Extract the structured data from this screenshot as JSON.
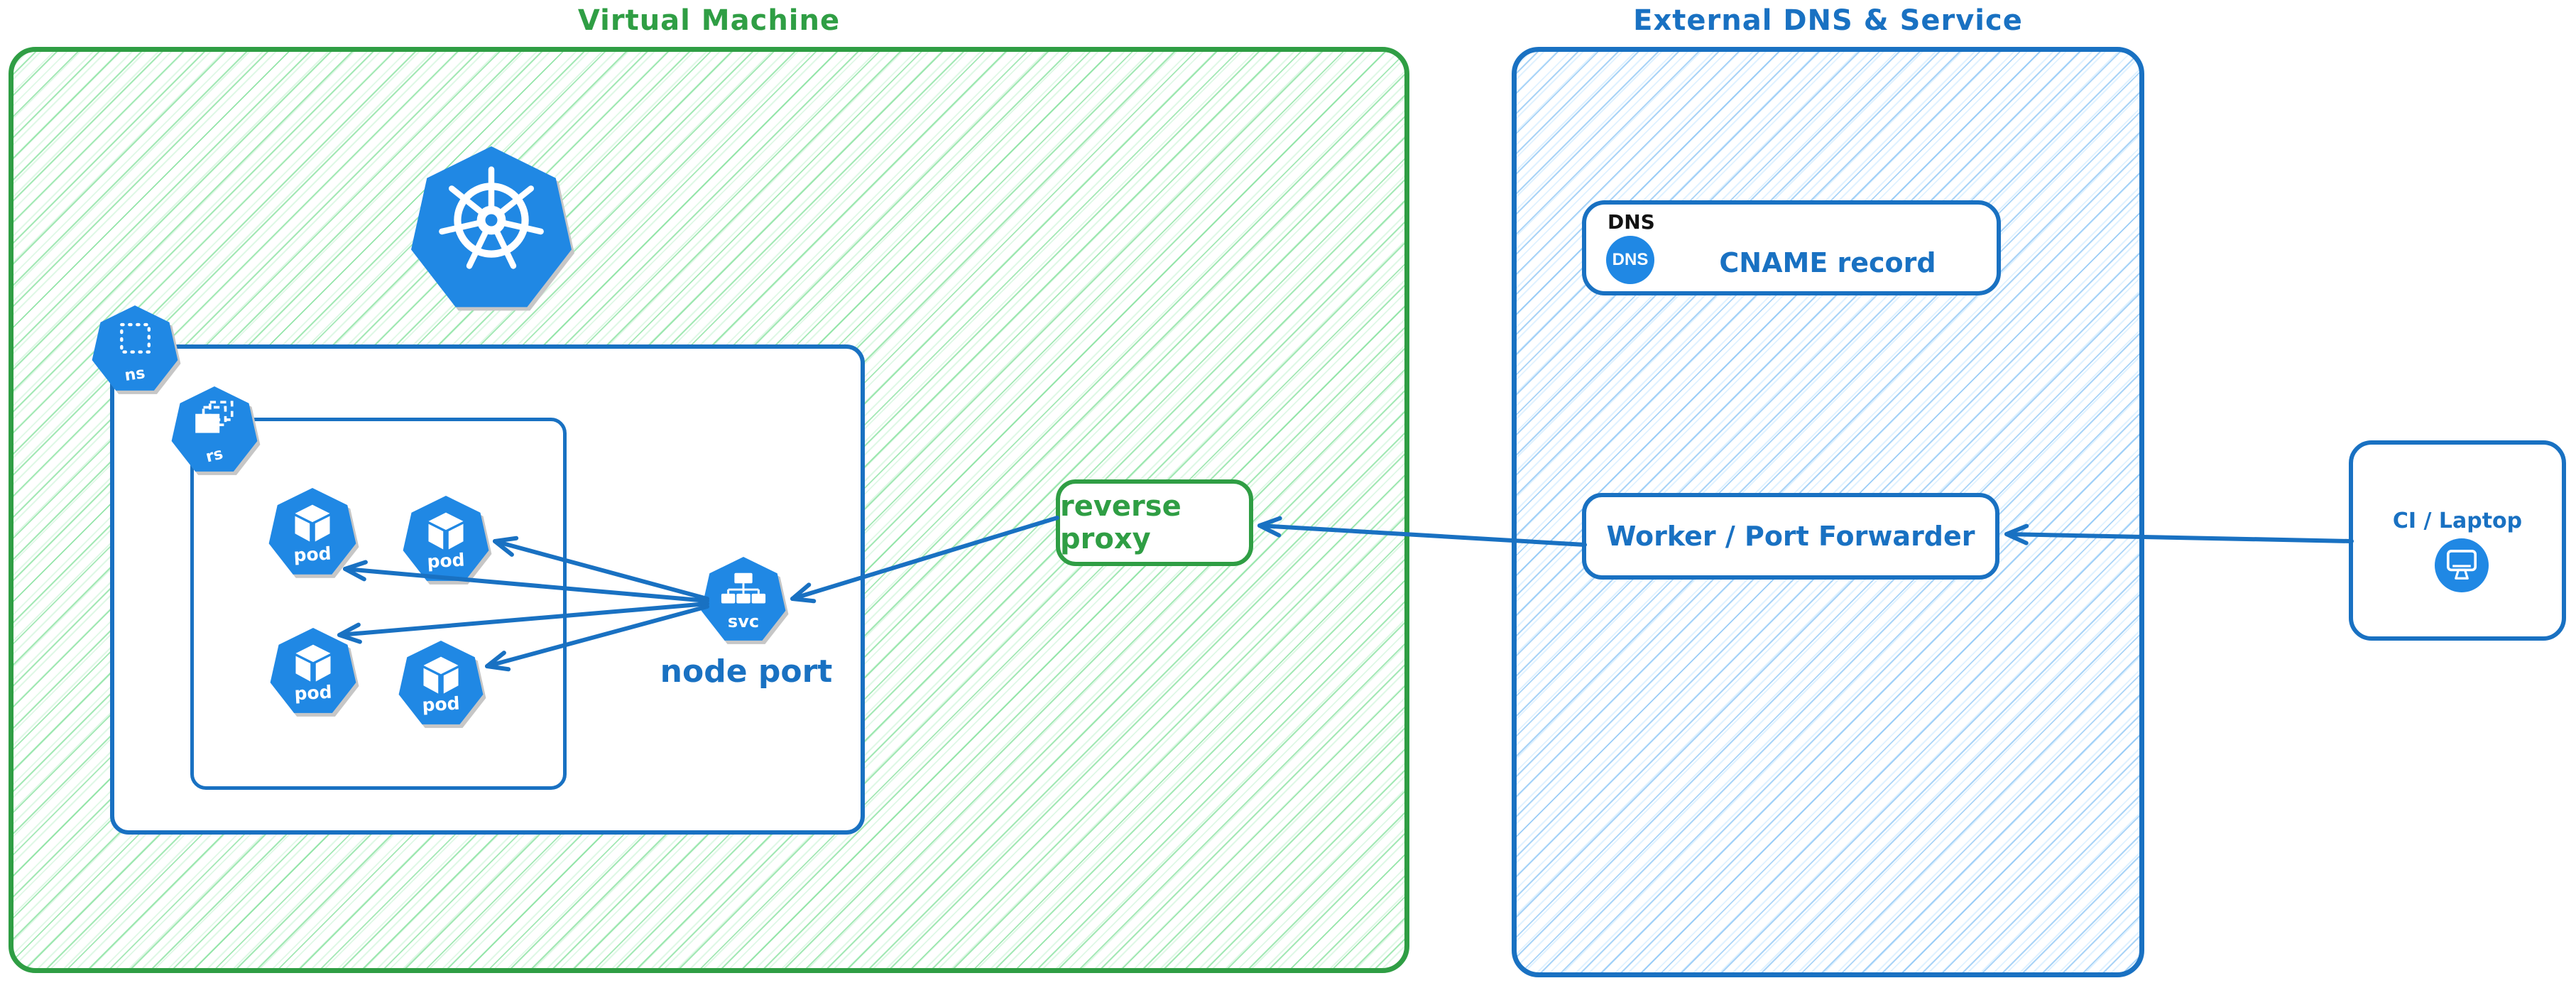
{
  "vm": {
    "title": "Virtual Machine",
    "badges": {
      "ns": "ns",
      "rs": "rs",
      "svc": "svc"
    },
    "pods": [
      "pod",
      "pod",
      "pod",
      "pod"
    ],
    "node_port_label": "node port",
    "reverse_proxy_label": "reverse proxy"
  },
  "external": {
    "title": "External DNS & Service",
    "dns_header": "DNS",
    "dns_badge": "DNS",
    "cname_label": "CNAME record",
    "worker_label": "Worker / Port Forwarder"
  },
  "client": {
    "ci_label": "CI / Laptop"
  },
  "icons": {
    "kubernetes-logo-icon": "kubernetes helm wheel in blue heptagon",
    "namespace-icon": "dotted square",
    "replicaset-icon": "overlapping rectangles",
    "pod-icon": "cube",
    "service-icon": "node tree",
    "dns-icon": "blue circle with DNS text",
    "monitor-icon": "computer monitor in blue circle"
  },
  "colors": {
    "green_stroke": "#2f9e44",
    "green_hatch": "#a8e9b2",
    "blue_stroke": "#1971c2",
    "blue_hatch": "#a3d7f7",
    "shape_blue": "#2088e4",
    "dns_header_text": "#121212",
    "shadow": "#c6c6c6"
  }
}
